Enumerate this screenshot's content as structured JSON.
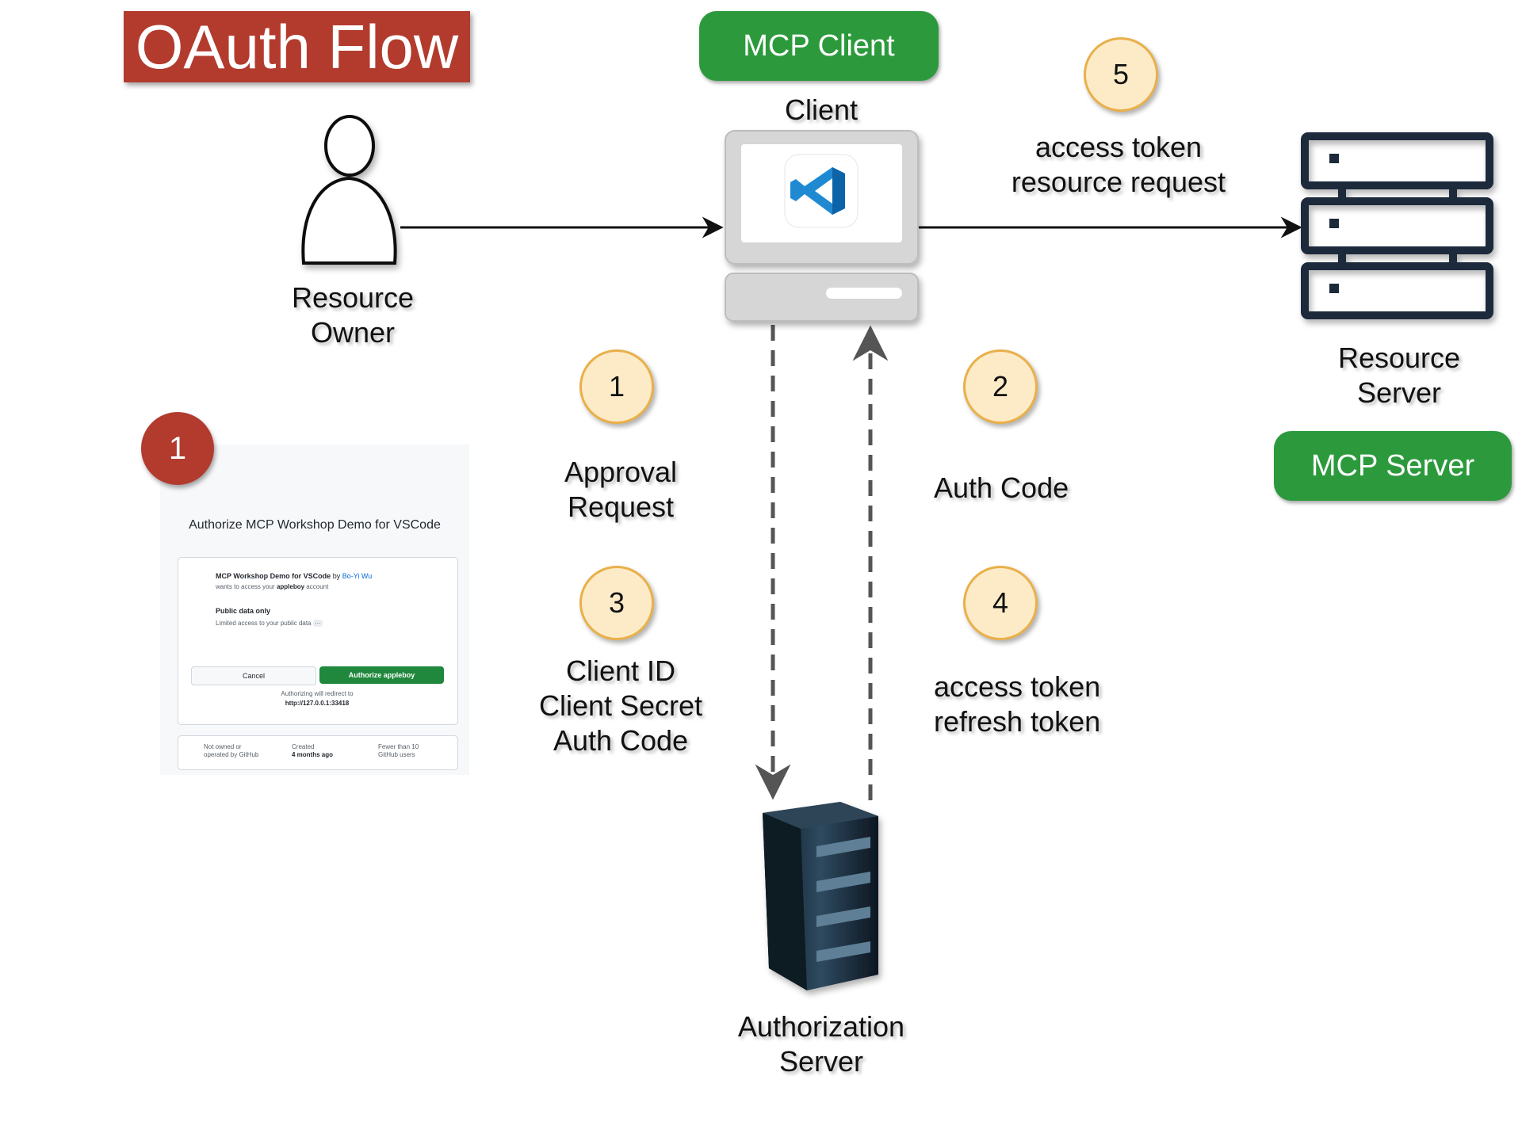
{
  "title": "OAuth Flow",
  "mcp_client_label": "MCP Client",
  "mcp_server_label": "MCP Server",
  "nodes": {
    "resource_owner": [
      "Resource",
      "Owner"
    ],
    "client": "Client",
    "resource_server": [
      "Resource",
      "Server"
    ],
    "authorization_server": [
      "Authorization",
      "Server"
    ]
  },
  "steps": [
    {
      "number": "1",
      "lines": [
        "Approval",
        "Request"
      ]
    },
    {
      "number": "2",
      "lines": [
        "Auth Code"
      ]
    },
    {
      "number": "3",
      "lines": [
        "Client ID",
        "Client Secret",
        "Auth Code"
      ]
    },
    {
      "number": "4",
      "lines": [
        "access token",
        "refresh token"
      ]
    },
    {
      "number": "5",
      "lines": [
        "access token",
        "resource request"
      ]
    }
  ],
  "screenshot_badge": "1",
  "auth_dialog": {
    "heading": "Authorize MCP Workshop Demo for VSCode",
    "app_name": "MCP Workshop Demo for VSCode",
    "by": "by",
    "author": "Bo-Yi Wu",
    "wants_prefix": "wants to access your",
    "account_name": "appleboy",
    "wants_suffix": "account",
    "scope_title": "Public data only",
    "scope_desc": "Limited access to your public data",
    "scope_more": "···",
    "cancel_label": "Cancel",
    "authorize_label": "Authorize appleboy",
    "redirect_note": "Authorizing will redirect to",
    "redirect_url": "http://127.0.0.1:33418",
    "footer": [
      {
        "icon": "block-icon",
        "lines": [
          "Not owned or",
          "operated by GitHub"
        ]
      },
      {
        "icon": "clock-icon",
        "lines": [
          "Created",
          "4 months ago"
        ]
      },
      {
        "icon": "users-icon",
        "lines": [
          "Fewer than 10",
          "GitHub users"
        ]
      }
    ]
  },
  "colors": {
    "title_bg": "#b23b2e",
    "pill_green": "#2c9a3c",
    "badge_fill": "#fdebc8",
    "badge_border": "#e9b04a",
    "server_navy": "#1c2a3a",
    "github_green": "#1f883d"
  },
  "icons": [
    "person-icon",
    "computer-icon",
    "vscode-icon",
    "rack-server-icon",
    "tower-server-icon",
    "github-icon",
    "check-icon",
    "globe-icon"
  ]
}
